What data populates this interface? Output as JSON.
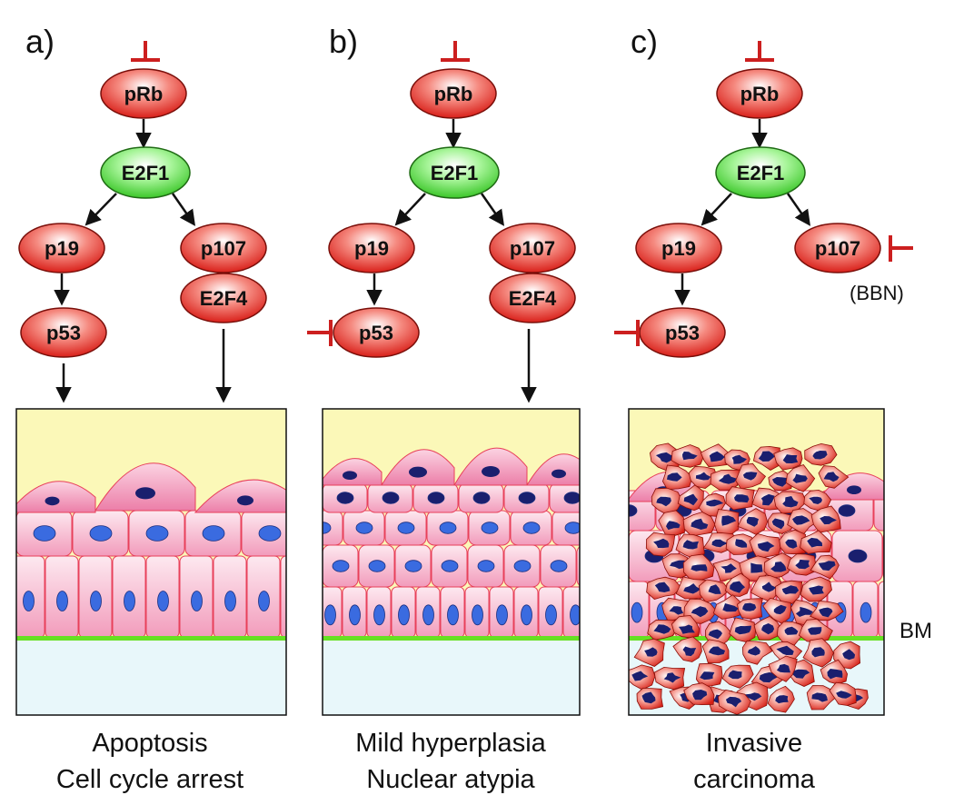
{
  "panels": [
    {
      "letter": "a)",
      "nodes": {
        "prb": "pRb",
        "e2f1": "E2F1",
        "p19": "p19",
        "p107": "p107",
        "e2f4": "E2F4",
        "p53": "p53"
      },
      "note": "",
      "caption": [
        "Apoptosis",
        "Cell cycle arrest"
      ]
    },
    {
      "letter": "b)",
      "nodes": {
        "prb": "pRb",
        "e2f1": "E2F1",
        "p19": "p19",
        "p107": "p107",
        "e2f4": "E2F4",
        "p53": "p53"
      },
      "note": "",
      "caption": [
        "Mild hyperplasia",
        "Nuclear atypia"
      ]
    },
    {
      "letter": "c)",
      "nodes": {
        "prb": "pRb",
        "e2f1": "E2F1",
        "p19": "p19",
        "p107": "p107",
        "p53": "p53"
      },
      "note": "(BBN)",
      "caption": [
        "Invasive",
        "carcinoma"
      ]
    }
  ],
  "side_label": "BM",
  "colors": {
    "red_node": "#e8302a",
    "green_node": "#5ee04a",
    "inhibit": "#cc1f1f",
    "lumen": "#fbf8b8",
    "stroma": "#e8f7fa",
    "basement_membrane": "#66e022",
    "cell_fill": "#f7bcd0",
    "cell_edge": "#e8405a",
    "nucleus_normal": "#3a6be0",
    "nucleus_atypical": "#1a1f6e",
    "tumor_cell": "#e6362b"
  }
}
